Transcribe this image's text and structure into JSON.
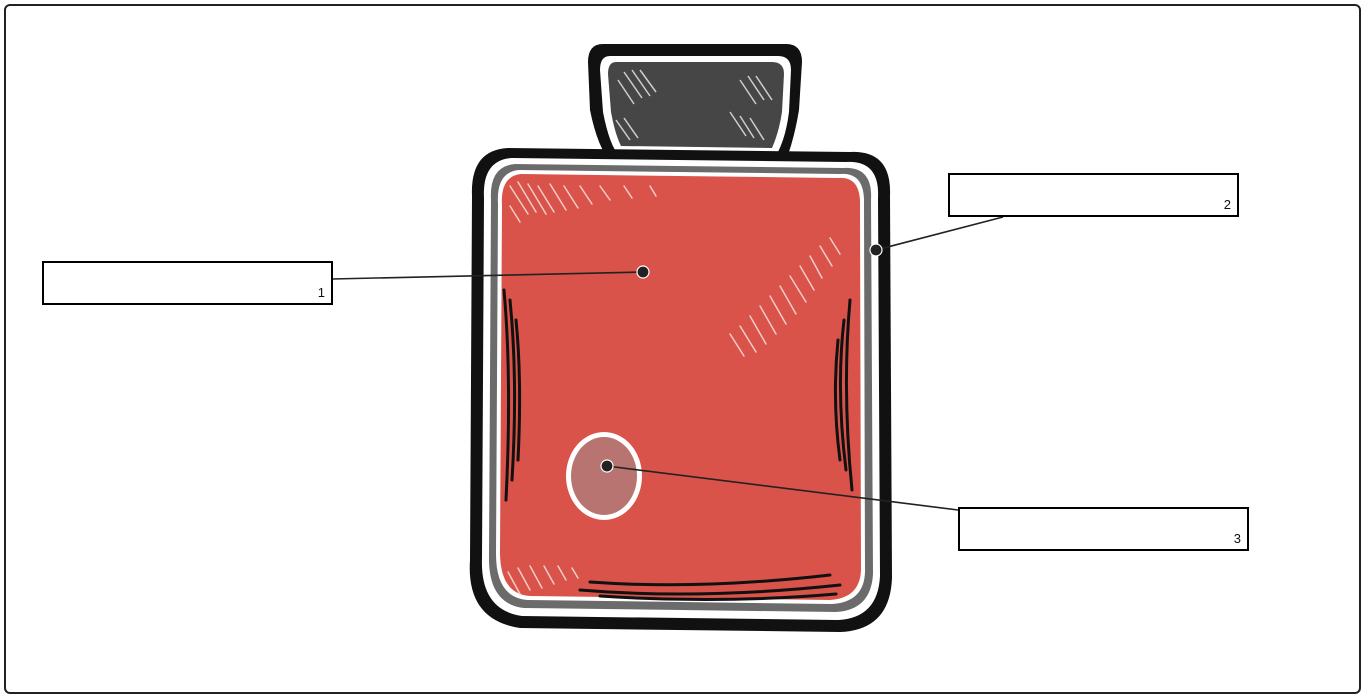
{
  "diagram": {
    "labels": [
      {
        "id": "label-1",
        "number": "1",
        "answer": ""
      },
      {
        "id": "label-2",
        "number": "2",
        "answer": ""
      },
      {
        "id": "label-3",
        "number": "3",
        "answer": ""
      }
    ],
    "colors": {
      "bag_fill": "#d9534a",
      "cap_fill": "#464646",
      "outline": "#111111",
      "rim": "#6b6b6b",
      "patch": "#b87470"
    },
    "icons": {
      "illustration": "hot-water-bottle"
    }
  }
}
